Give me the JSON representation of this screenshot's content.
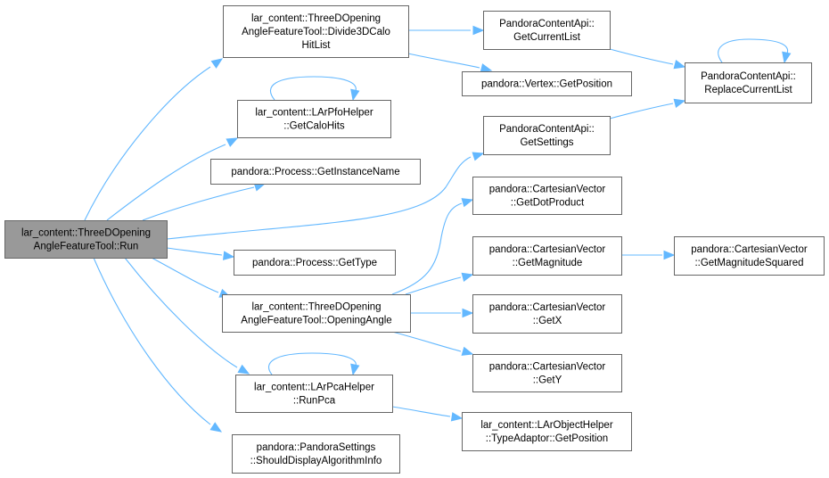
{
  "graph": {
    "type": "call-graph",
    "colors": {
      "edge": "#63b8ff",
      "node_border": "#666666",
      "root_fill": "#999999",
      "node_fill": "#ffffff"
    },
    "nodes": [
      {
        "id": "run",
        "lines": [
          "lar_content::ThreeDOpening",
          "AngleFeatureTool::Run"
        ],
        "root": true
      },
      {
        "id": "divide",
        "lines": [
          "lar_content::ThreeDOpening",
          "AngleFeatureTool::Divide3DCalo",
          "HitList"
        ]
      },
      {
        "id": "getcalohits",
        "lines": [
          "lar_content::LArPfoHelper",
          "::GetCaloHits"
        ]
      },
      {
        "id": "getinstancename",
        "lines": [
          "pandora::Process::GetInstanceName"
        ]
      },
      {
        "id": "gettype",
        "lines": [
          "pandora::Process::GetType"
        ]
      },
      {
        "id": "openingangle",
        "lines": [
          "lar_content::ThreeDOpening",
          "AngleFeatureTool::OpeningAngle"
        ]
      },
      {
        "id": "runpca",
        "lines": [
          "lar_content::LArPcaHelper",
          "::RunPca"
        ]
      },
      {
        "id": "shoulddisplay",
        "lines": [
          "pandora::PandoraSettings",
          "::ShouldDisplayAlgorithmInfo"
        ]
      },
      {
        "id": "getcurrentlist",
        "lines": [
          "PandoraContentApi::",
          "GetCurrentList"
        ]
      },
      {
        "id": "vertexgetposition",
        "lines": [
          "pandora::Vertex::GetPosition"
        ]
      },
      {
        "id": "getsettings",
        "lines": [
          "PandoraContentApi::",
          "GetSettings"
        ]
      },
      {
        "id": "getdotproduct",
        "lines": [
          "pandora::CartesianVector",
          "::GetDotProduct"
        ]
      },
      {
        "id": "getmagnitude",
        "lines": [
          "pandora::CartesianVector",
          "::GetMagnitude"
        ]
      },
      {
        "id": "getx",
        "lines": [
          "pandora::CartesianVector",
          "::GetX"
        ]
      },
      {
        "id": "gety",
        "lines": [
          "pandora::CartesianVector",
          "::GetY"
        ]
      },
      {
        "id": "typeadaptor",
        "lines": [
          "lar_content::LArObjectHelper",
          "::TypeAdaptor::GetPosition"
        ]
      },
      {
        "id": "replacecurrentlist",
        "lines": [
          "PandoraContentApi::",
          "ReplaceCurrentList"
        ]
      },
      {
        "id": "getmagnitudesquared",
        "lines": [
          "pandora::CartesianVector",
          "::GetMagnitudeSquared"
        ]
      }
    ],
    "edges": [
      [
        "run",
        "divide"
      ],
      [
        "run",
        "getcalohits"
      ],
      [
        "run",
        "getinstancename"
      ],
      [
        "run",
        "getsettings"
      ],
      [
        "run",
        "gettype"
      ],
      [
        "run",
        "openingangle"
      ],
      [
        "run",
        "runpca"
      ],
      [
        "run",
        "shoulddisplay"
      ],
      [
        "divide",
        "getcurrentlist"
      ],
      [
        "divide",
        "vertexgetposition"
      ],
      [
        "getcurrentlist",
        "replacecurrentlist"
      ],
      [
        "getsettings",
        "replacecurrentlist"
      ],
      [
        "getcalohits",
        "getcalohits"
      ],
      [
        "replacecurrentlist",
        "replacecurrentlist"
      ],
      [
        "openingangle",
        "getdotproduct"
      ],
      [
        "openingangle",
        "getmagnitude"
      ],
      [
        "openingangle",
        "getx"
      ],
      [
        "openingangle",
        "gety"
      ],
      [
        "getmagnitude",
        "getmagnitudesquared"
      ],
      [
        "runpca",
        "runpca"
      ],
      [
        "runpca",
        "typeadaptor"
      ]
    ]
  }
}
